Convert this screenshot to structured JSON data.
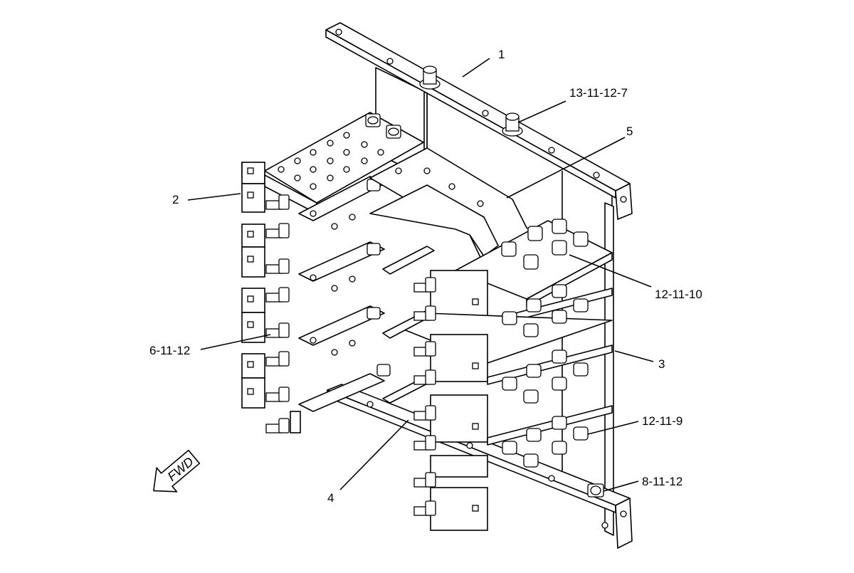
{
  "callouts": {
    "c1": "1",
    "c2": "2",
    "c3": "3",
    "c4": "4",
    "c5": "5",
    "c13_11_12_7": "13-11-12-7",
    "c12_11_10": "12-11-10",
    "c6_11_12": "6-11-12",
    "c12_11_9": "12-11-9",
    "c8_11_12": "8-11-12"
  },
  "direction_arrow": {
    "label": "FWD"
  }
}
